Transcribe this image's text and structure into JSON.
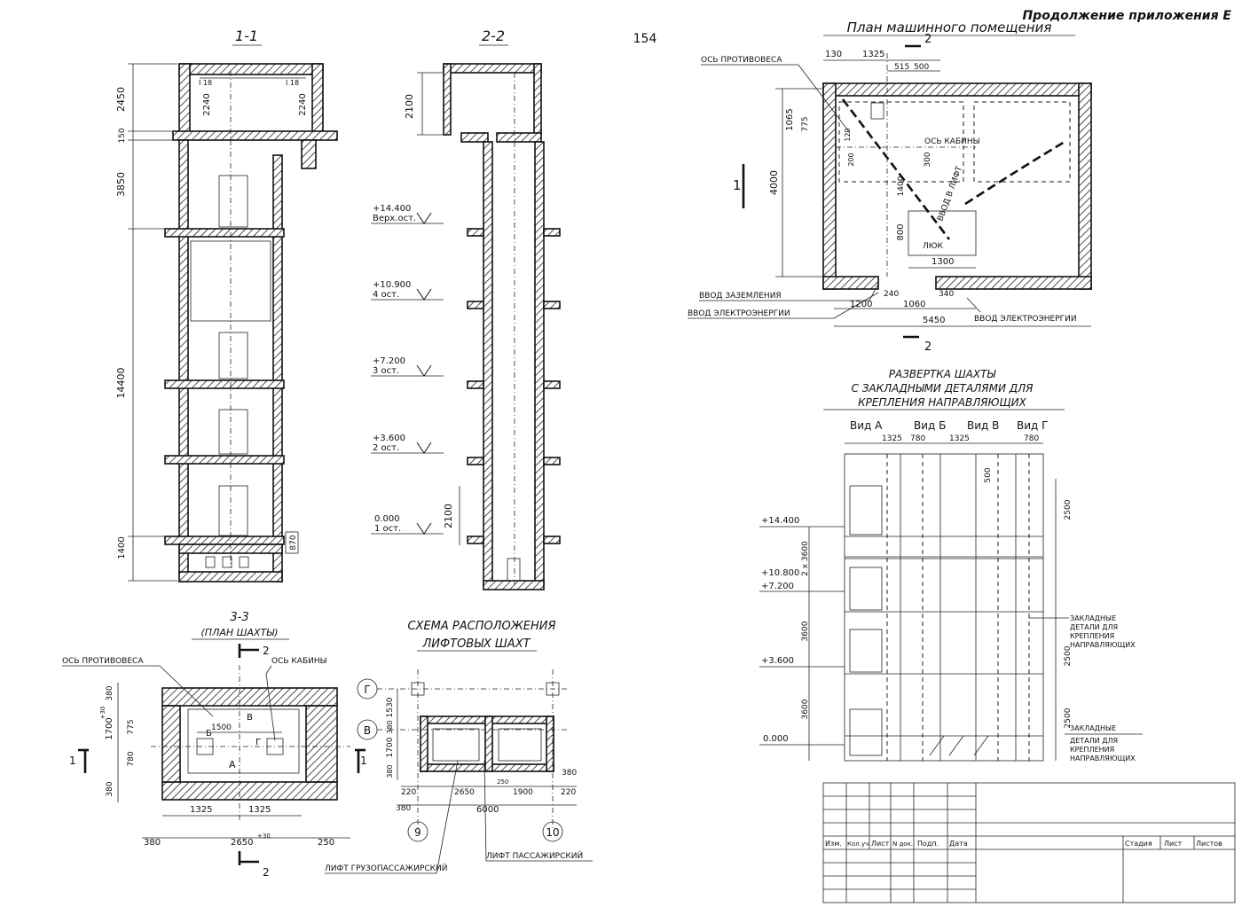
{
  "header": {
    "continuation": "Продолжение приложения Е",
    "page_number": "154"
  },
  "section_1_1": {
    "title": "1-1",
    "dims": [
      "2450",
      "150",
      "3850",
      "14400",
      "1400",
      "870",
      "2240",
      "2240"
    ],
    "steel_labels": [
      "I 18",
      "I 18"
    ]
  },
  "section_2_2": {
    "title": "2-2",
    "dims": [
      "2100",
      "2100"
    ],
    "levels": [
      {
        "elev": "+14.400",
        "label": "Верх.ост."
      },
      {
        "elev": "+10.900",
        "label": "4 ост."
      },
      {
        "elev": "+7.200",
        "label": "3 ост."
      },
      {
        "elev": "+3.600",
        "label": "2 ост."
      },
      {
        "elev": "0.000",
        "label": "1 ост."
      }
    ]
  },
  "machine_room": {
    "title": "План машинного помещения",
    "cut_mark": "2",
    "side_mark": "1",
    "callouts": {
      "counterweight_axis": "ОСЬ ПРОТИВОВЕСА",
      "car_axis": "ОСЬ КАБИНЫ",
      "ground_input": "ВВОД ЗАЗЕМЛЕНИЯ",
      "power_input_left": "ВВОД ЭЛЕКТРОЭНЕРГИИ",
      "power_input_right": "ВВОД ЭЛЕКТРОЭНЕРГИИ",
      "hatch": "ЛЮК",
      "lift_input": "ВВОД В ЛИФТ"
    },
    "dims": [
      "130",
      "1325",
      "515",
      "500",
      "1065",
      "775",
      "4000",
      "800",
      "1300",
      "240",
      "340",
      "1200",
      "1060",
      "5450",
      "1400",
      "300",
      "200",
      "120"
    ]
  },
  "shaft_unfold": {
    "title_lines": [
      "РАЗВЕРТКА ШАХТЫ",
      "С ЗАКЛАДНЫМИ ДЕТАЛЯМИ ДЛЯ",
      "КРЕПЛЕНИЯ НАПРАВЛЯЮЩИХ"
    ],
    "views": [
      "Вид А",
      "Вид Б",
      "Вид В",
      "Вид Г"
    ],
    "top_dims": [
      "1325",
      "780",
      "1325",
      "780"
    ],
    "levels": [
      "+14.400",
      "+10.800",
      "+7.200",
      "+3.600",
      "0.000"
    ],
    "side_dims": [
      "2 х 3600",
      "3600",
      "3600",
      "2500",
      "2500",
      "2500",
      "500"
    ],
    "embed_notes": [
      [
        "ЗАКЛАДНЫЕ",
        "ДЕТАЛИ ДЛЯ",
        "КРЕПЛЕНИЯ",
        "НАПРАВЛЯЮЩИХ"
      ],
      [
        "ЗАКЛАДНЫЕ",
        "ДЕТАЛИ ДЛЯ",
        "КРЕПЛЕНИЯ",
        "НАПРАВЛЯЮЩИХ"
      ]
    ]
  },
  "section_3_3": {
    "title": "3-3",
    "subtitle": "(ПЛАН ШАХТЫ)",
    "callouts": {
      "counterweight_axis": "ОСЬ ПРОТИВОВЕСА",
      "car_axis": "ОСЬ КАБИНЫ"
    },
    "marks": {
      "cut_top": "2",
      "cut_bottom": "2",
      "left": "1",
      "right": "1",
      "a": "А",
      "b": "Б",
      "v": "В",
      "g": "Г"
    },
    "dims": [
      "380",
      "1700",
      "775",
      "780",
      "380",
      "1500",
      "1325",
      "1325",
      "380",
      "2650",
      "250"
    ],
    "sup": [
      "+30",
      "+30"
    ]
  },
  "layout_scheme": {
    "title_lines": [
      "СХЕМА РАСПОЛОЖЕНИЯ",
      "ЛИФТОВЫХ ШАХТ"
    ],
    "axes": [
      "Г",
      "В",
      "9",
      "10"
    ],
    "dims": [
      "1530",
      "380",
      "1700",
      "380",
      "380",
      "220",
      "2650",
      "1900",
      "220",
      "380",
      "6000",
      "250"
    ],
    "lift_freight": "ЛИФТ ГРУЗОПАССАЖИРСКИЙ",
    "lift_passenger": "ЛИФТ ПАССАЖИРСКИЙ"
  },
  "title_block": {
    "columns": [
      "Изм.",
      "Кол.уч",
      "Лист",
      "N док.",
      "Подп.",
      "Дата"
    ],
    "right_cols": [
      "Стадия",
      "Лист",
      "Листов"
    ]
  }
}
